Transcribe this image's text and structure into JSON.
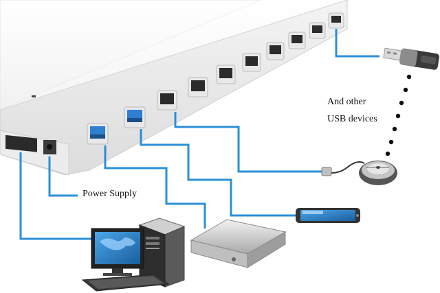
{
  "labels": {
    "power_supply": "Power Supply",
    "other_devices_line1": "And other",
    "other_devices_line2": "USB devices"
  },
  "colors": {
    "connector": "#2a8fd8",
    "usb3_port": "#2f7fd1",
    "hub_body": "#ffffff",
    "port_dark": "#2b2b2b"
  },
  "icons": {
    "hub": "usb-hub-icon",
    "flash_drive": "usb-flash-drive-icon",
    "mouse": "mouse-icon",
    "tablet": "tablet-icon",
    "dvd": "dvd-player-icon",
    "pc": "desktop-computer-icon"
  }
}
